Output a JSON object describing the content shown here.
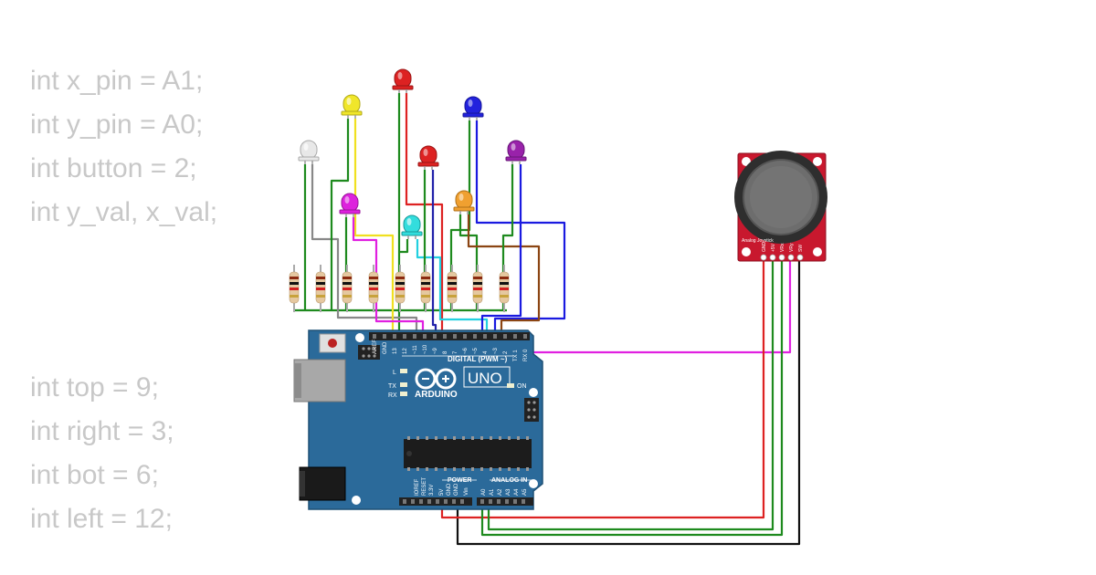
{
  "code_top": [
    "int x_pin = A1;",
    "int y_pin = A0;",
    "int button = 2;",
    "int y_val, x_val;"
  ],
  "code_bottom": [
    "int top = 9;",
    "int right = 3;",
    "int bot = 6;",
    "int left = 12;"
  ],
  "arduino": {
    "brand": "ARDUINO",
    "model": "UNO",
    "digital_label": "DIGITAL (PWM ~)",
    "power_label": "POWER",
    "analog_label": "ANALOG IN",
    "on_label": "ON",
    "l_label": "L",
    "tx_label": "TX",
    "rx_label": "RX",
    "digital_pins": [
      "AREF",
      "GND",
      "13",
      "12",
      "~11",
      "~10",
      "~9",
      "8",
      "7",
      "~6",
      "~5",
      "4",
      "~3",
      "2",
      "TX 1",
      "RX 0"
    ],
    "power_pins": [
      "IOREF",
      "RESET",
      "3.3V",
      "5V",
      "GND",
      "GND",
      "Vin"
    ],
    "analog_pins": [
      "A0",
      "A1",
      "A2",
      "A3",
      "A4",
      "A5"
    ]
  },
  "joystick": {
    "label": "Analog Joystick",
    "pins": [
      "GND",
      "+5V",
      "VRx",
      "VRy",
      "SW"
    ]
  },
  "leds": [
    {
      "color": "#e8e8e8",
      "name": "white"
    },
    {
      "color": "#f0e62a",
      "name": "yellow"
    },
    {
      "color": "#dd2222",
      "name": "red-top"
    },
    {
      "color": "#dd22dd",
      "name": "magenta"
    },
    {
      "color": "#33dddd",
      "name": "cyan"
    },
    {
      "color": "#dd2222",
      "name": "red-mid"
    },
    {
      "color": "#2222dd",
      "name": "blue"
    },
    {
      "color": "#f0a030",
      "name": "orange"
    },
    {
      "color": "#9922aa",
      "name": "purple"
    }
  ],
  "colors": {
    "board": "#2b6a9a",
    "board_edge": "#1f5176",
    "joystick_board": "#c8182e",
    "wire_green": "#1e8a1e",
    "wire_red": "#dd2222",
    "wire_black": "#111111",
    "wire_magenta": "#e020e0",
    "wire_blue": "#1a1ae0",
    "wire_brown": "#8b4513",
    "wire_gray": "#888888",
    "wire_yellow": "#f0e020",
    "wire_cyan": "#22d0e0",
    "code_text": "#c8c8c8"
  }
}
